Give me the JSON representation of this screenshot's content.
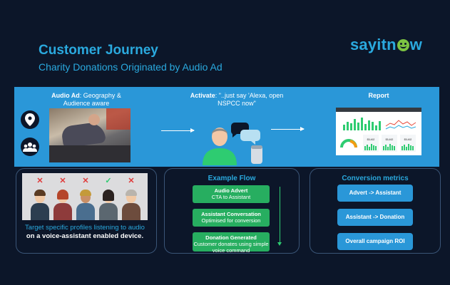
{
  "header": {
    "title": "Customer Journey",
    "subtitle": "Charity Donations Originated by Audio Ad",
    "logo_text_a": "sayitn",
    "logo_text_b": "w"
  },
  "band": {
    "audio_ad_bold": "Audio Ad",
    "audio_ad_rest": ": Geography & Audience aware",
    "activate_bold": "Activate",
    "activate_rest": ": \"..just say 'Alexa, open NSPCC now\"",
    "report_label": "Report"
  },
  "flow": {
    "title": "Example Flow",
    "steps": [
      {
        "title": "Audio Advert",
        "text": "CTA to Assistant"
      },
      {
        "title": "Assistant Conversation",
        "text": "Optimised for conversion"
      },
      {
        "title": "Donation Generated",
        "text": "Customer donates using simple voice command"
      }
    ]
  },
  "metrics": {
    "title": "Conversion metrics",
    "items": [
      "Advert -> Assistant",
      "Assistant -> Donation",
      "Overall campaign ROI"
    ]
  },
  "targeting": {
    "text_plain": "Target specific profiles listening to audio ",
    "text_bold": "on a voice-assistant enabled device."
  },
  "report_tiles": [
    "$5,462",
    "$5,462",
    "$5,462"
  ],
  "colors": {
    "background": "#0c1629",
    "accent_blue": "#2aa9de",
    "band_blue": "#2a97d8",
    "green": "#27ae60",
    "red_mark": "#e03a3a"
  },
  "icons": [
    "location-pin-icon",
    "audience-group-icon",
    "speech-bubble-icon",
    "smart-speaker-icon",
    "check-icon",
    "cross-icon"
  ]
}
